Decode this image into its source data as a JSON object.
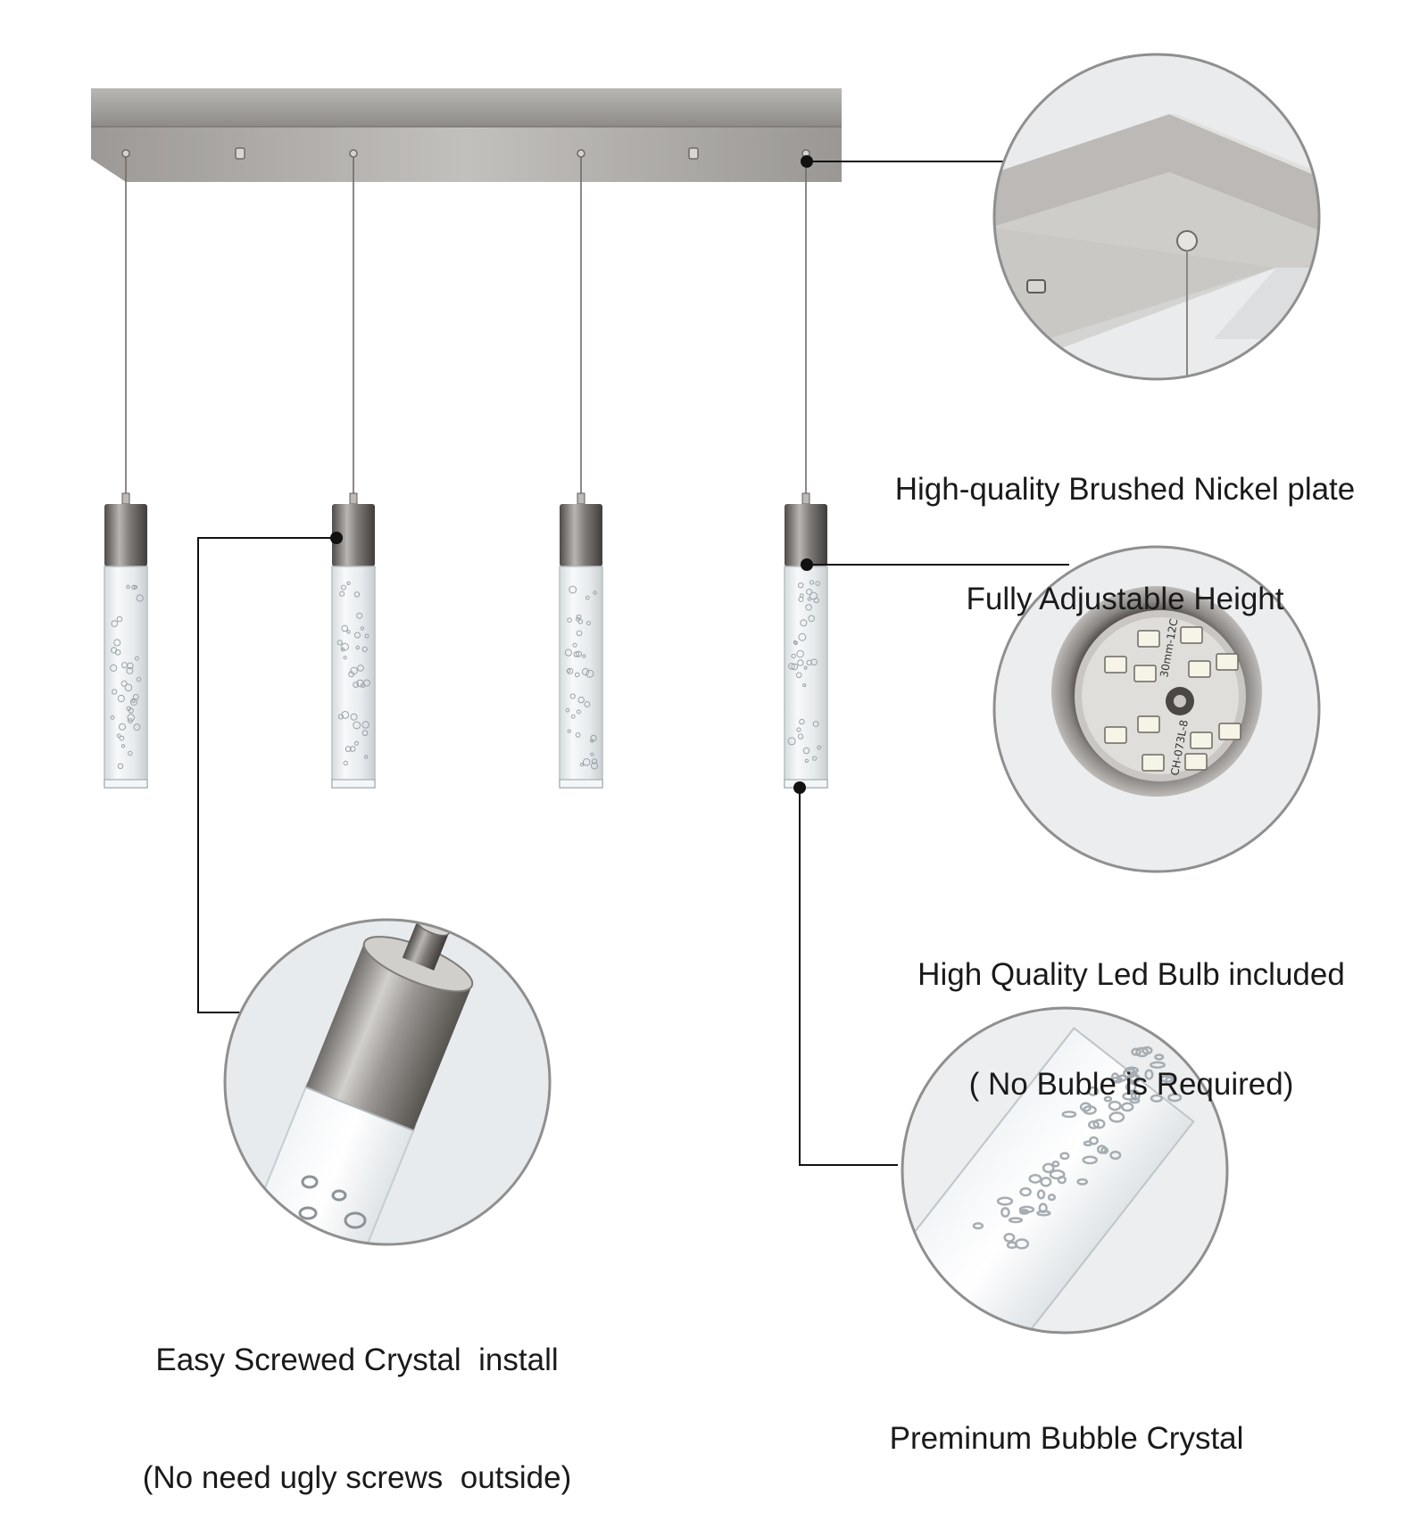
{
  "features": {
    "plate": {
      "line1": "High-quality Brushed Nickel plate",
      "line2": "Fully Adjustable Height"
    },
    "bulb": {
      "line1": "High Quality Led Bulb included",
      "line2": "( No Buble is Required)",
      "board_text_1": "30mm-12C",
      "board_text_2": "CH-073L-8"
    },
    "crystal_install": {
      "line1": "Easy Screwed Crystal  install",
      "line2": "(No need ugly screws  outside)"
    },
    "bubble_crystal": {
      "line1": "Preminum Bubble Crystal"
    }
  },
  "colors": {
    "nickel": "#8d8a87",
    "nickel_light": "#c9c7c4",
    "nickel_dark": "#5f5c59",
    "crystal": "#eef1f3",
    "callout_line": "#111111",
    "circle_border": "#8f8f8f",
    "caption_text": "#1a1a1a"
  }
}
